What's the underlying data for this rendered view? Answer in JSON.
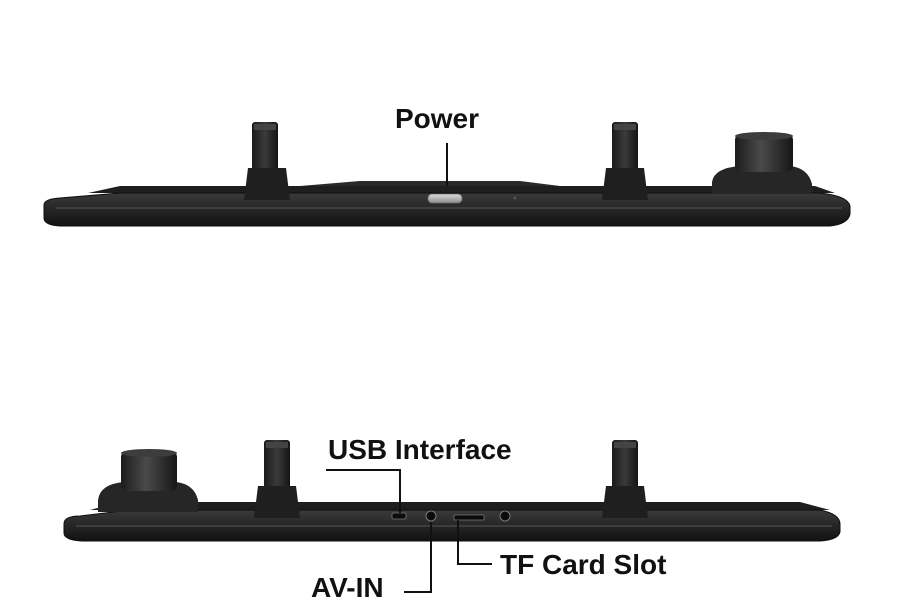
{
  "callouts": {
    "power": "Power",
    "usb": "USB Interface",
    "tf_card": "TF Card Slot",
    "av_in": "AV-IN"
  },
  "colors": {
    "body": "#2b2b2b",
    "body_dark": "#151515",
    "edge_highlight": "#6b6b6b",
    "power_button": "#b9b9b9",
    "leader_line": "#111111"
  }
}
